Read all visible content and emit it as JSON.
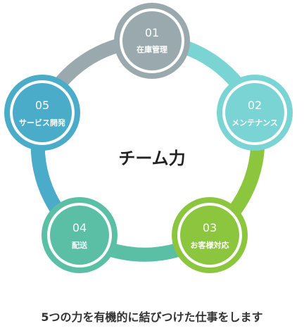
{
  "center": {
    "title": "チーム力"
  },
  "caption": "5つの力を有機的に結びつけた仕事をします",
  "colors": {
    "node1": "#9aa9ae",
    "node2": "#7bd4d4",
    "node3": "#8cc63e",
    "node4": "#5bbfa6",
    "node5": "#4aacc8"
  },
  "nodes": [
    {
      "number": "01",
      "label": "在庫管理"
    },
    {
      "number": "02",
      "label": "メンテナンス"
    },
    {
      "number": "03",
      "label": "お客様対応"
    },
    {
      "number": "04",
      "label": "配送"
    },
    {
      "number": "05",
      "label": "サービス開発"
    }
  ]
}
